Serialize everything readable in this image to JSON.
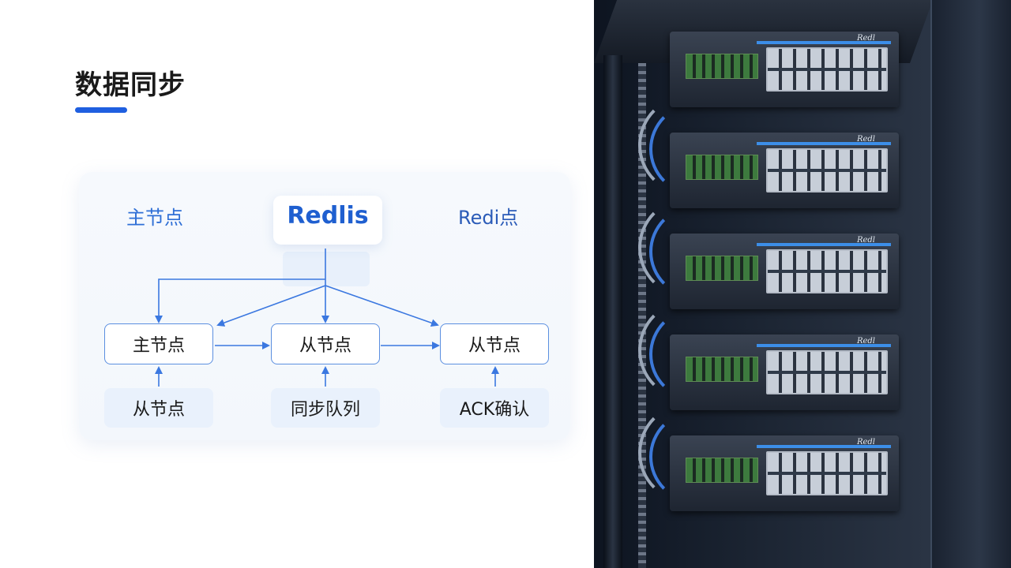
{
  "title": "数据同步",
  "colors": {
    "accent": "#1f5fe0",
    "node_border": "#5b8fe0",
    "label": "#2f6fd6",
    "arrow": "#3b78e0"
  },
  "diagram": {
    "top_labels": {
      "left": "主节点",
      "center": "Redlis",
      "right": "Redi点"
    },
    "nodes": [
      {
        "id": "node-1",
        "label": "主节点"
      },
      {
        "id": "node-2",
        "label": "从节点"
      },
      {
        "id": "node-3",
        "label": "从节点"
      }
    ],
    "sub_nodes": [
      {
        "id": "sub-1",
        "label": "从节点"
      },
      {
        "id": "sub-2",
        "label": "同步队列"
      },
      {
        "id": "sub-3",
        "label": "ACK确认"
      }
    ]
  },
  "rack": {
    "brand": "Redl",
    "icons": [
      "server-rack-icon"
    ]
  }
}
